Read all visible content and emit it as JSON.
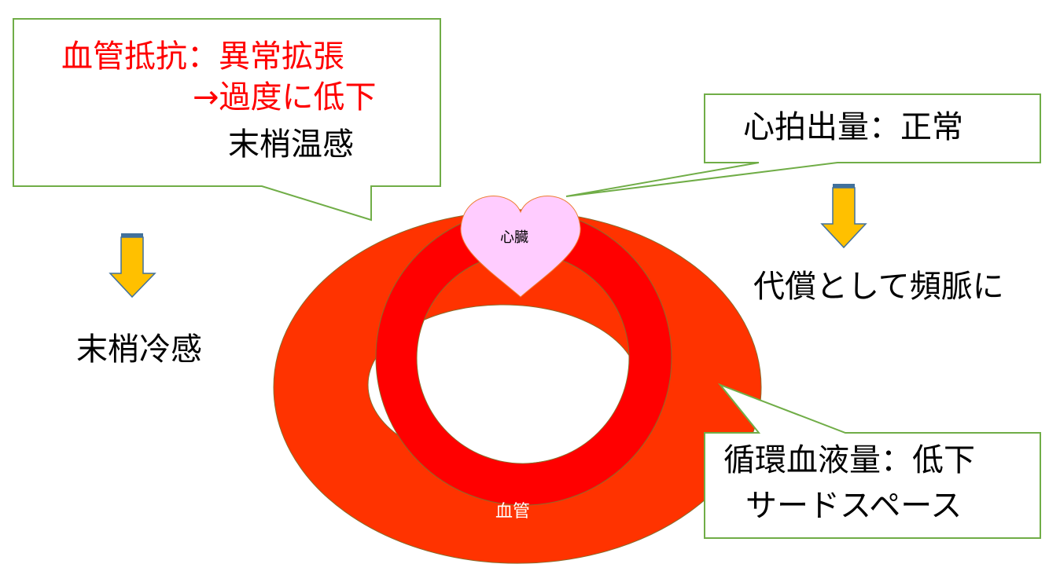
{
  "callout_resistance": {
    "line1": "血管抵抗：異常拡張",
    "line2": "→過度に低下",
    "line3": "末梢温感"
  },
  "callout_output": {
    "line1": "心拍出量：正常"
  },
  "callout_volume": {
    "line1": "循環血液量：低下",
    "line2": "サードスペース"
  },
  "left_result": "末梢冷感",
  "right_result": "代償として頻脈に",
  "heart_label": "心臓",
  "vessel_label": "血管",
  "colors": {
    "vessel": "#ff3300",
    "heart_ring": "#ff0000",
    "heart": "#ffccff",
    "callout_border": "#70ad47",
    "arrow_fill": "#ffc000",
    "arrow_border": "#41719c",
    "accent_text": "#ff0000"
  }
}
